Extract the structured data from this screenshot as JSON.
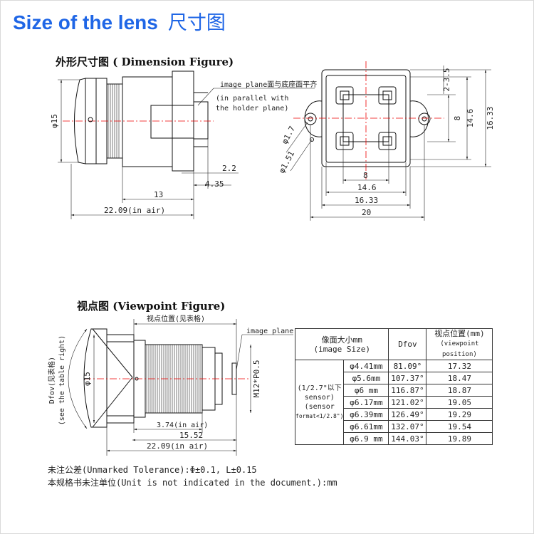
{
  "title": {
    "en": "Size of the lens",
    "cn": "尺寸图"
  },
  "dimension": {
    "heading": "外形尺寸图 ( Dimension Figure)",
    "side": {
      "d15": "φ15",
      "d2_2": "2.2",
      "d4_35": "4.35",
      "d13": "13",
      "d22": "22.09(in air)"
    },
    "note": {
      "line1": "image plane面与底座面平齐",
      "line2": "(in parallel with",
      "line3": "the holder plane)"
    },
    "front": {
      "d2_3_5": "2-3.5",
      "d8": "8",
      "d14_6": "14.6",
      "d16_33": "16.33",
      "h8": "8",
      "h14_6": "14.6",
      "h16_33": "16.33",
      "h20": "20",
      "d1_7": "φ1.7",
      "d1_51": "φ1.51"
    }
  },
  "viewpoint": {
    "heading": "视点图 (Viewpoint Figure)",
    "pos_label": "视点位置(见表格)",
    "image_plane": "image plane",
    "dfov_label": "Dfov(见表格)",
    "dfov_sub": "(see the table right)",
    "d15": "φ15",
    "thread": "M12*P0.5",
    "d3_74": "3.74(in air)",
    "d15_52": "15.52",
    "d22": "22.09(in air)"
  },
  "table": {
    "h_size_cn": "像面大小mm",
    "h_size_en": "(image Size)",
    "h_dfov": "Dfov",
    "h_vp_cn": "视点位置(mm)",
    "h_vp_en": "(viewpoint position)",
    "sensor": [
      "(1/2.7\"以下",
      "sensor)",
      "(sensor",
      "format<1/2.8\")"
    ],
    "rows": [
      {
        "size": "φ4.41mm",
        "dfov": "81.09°",
        "vp": "17.32"
      },
      {
        "size": "φ5.6mm",
        "dfov": "107.37°",
        "vp": "18.47"
      },
      {
        "size": "φ6 mm",
        "dfov": "116.87°",
        "vp": "18.87"
      },
      {
        "size": "φ6.17mm",
        "dfov": "121.02°",
        "vp": "19.05"
      },
      {
        "size": "φ6.39mm",
        "dfov": "126.49°",
        "vp": "19.29"
      },
      {
        "size": "φ6.61mm",
        "dfov": "132.07°",
        "vp": "19.54"
      },
      {
        "size": "φ6.9 mm",
        "dfov": "144.03°",
        "vp": "19.89"
      }
    ]
  },
  "notes": {
    "line1": "未注公差(Unmarked Tolerance):Φ±0.1, L±0.15",
    "line2": "本规格书未注单位(Unit is not indicated in the document.):mm"
  }
}
